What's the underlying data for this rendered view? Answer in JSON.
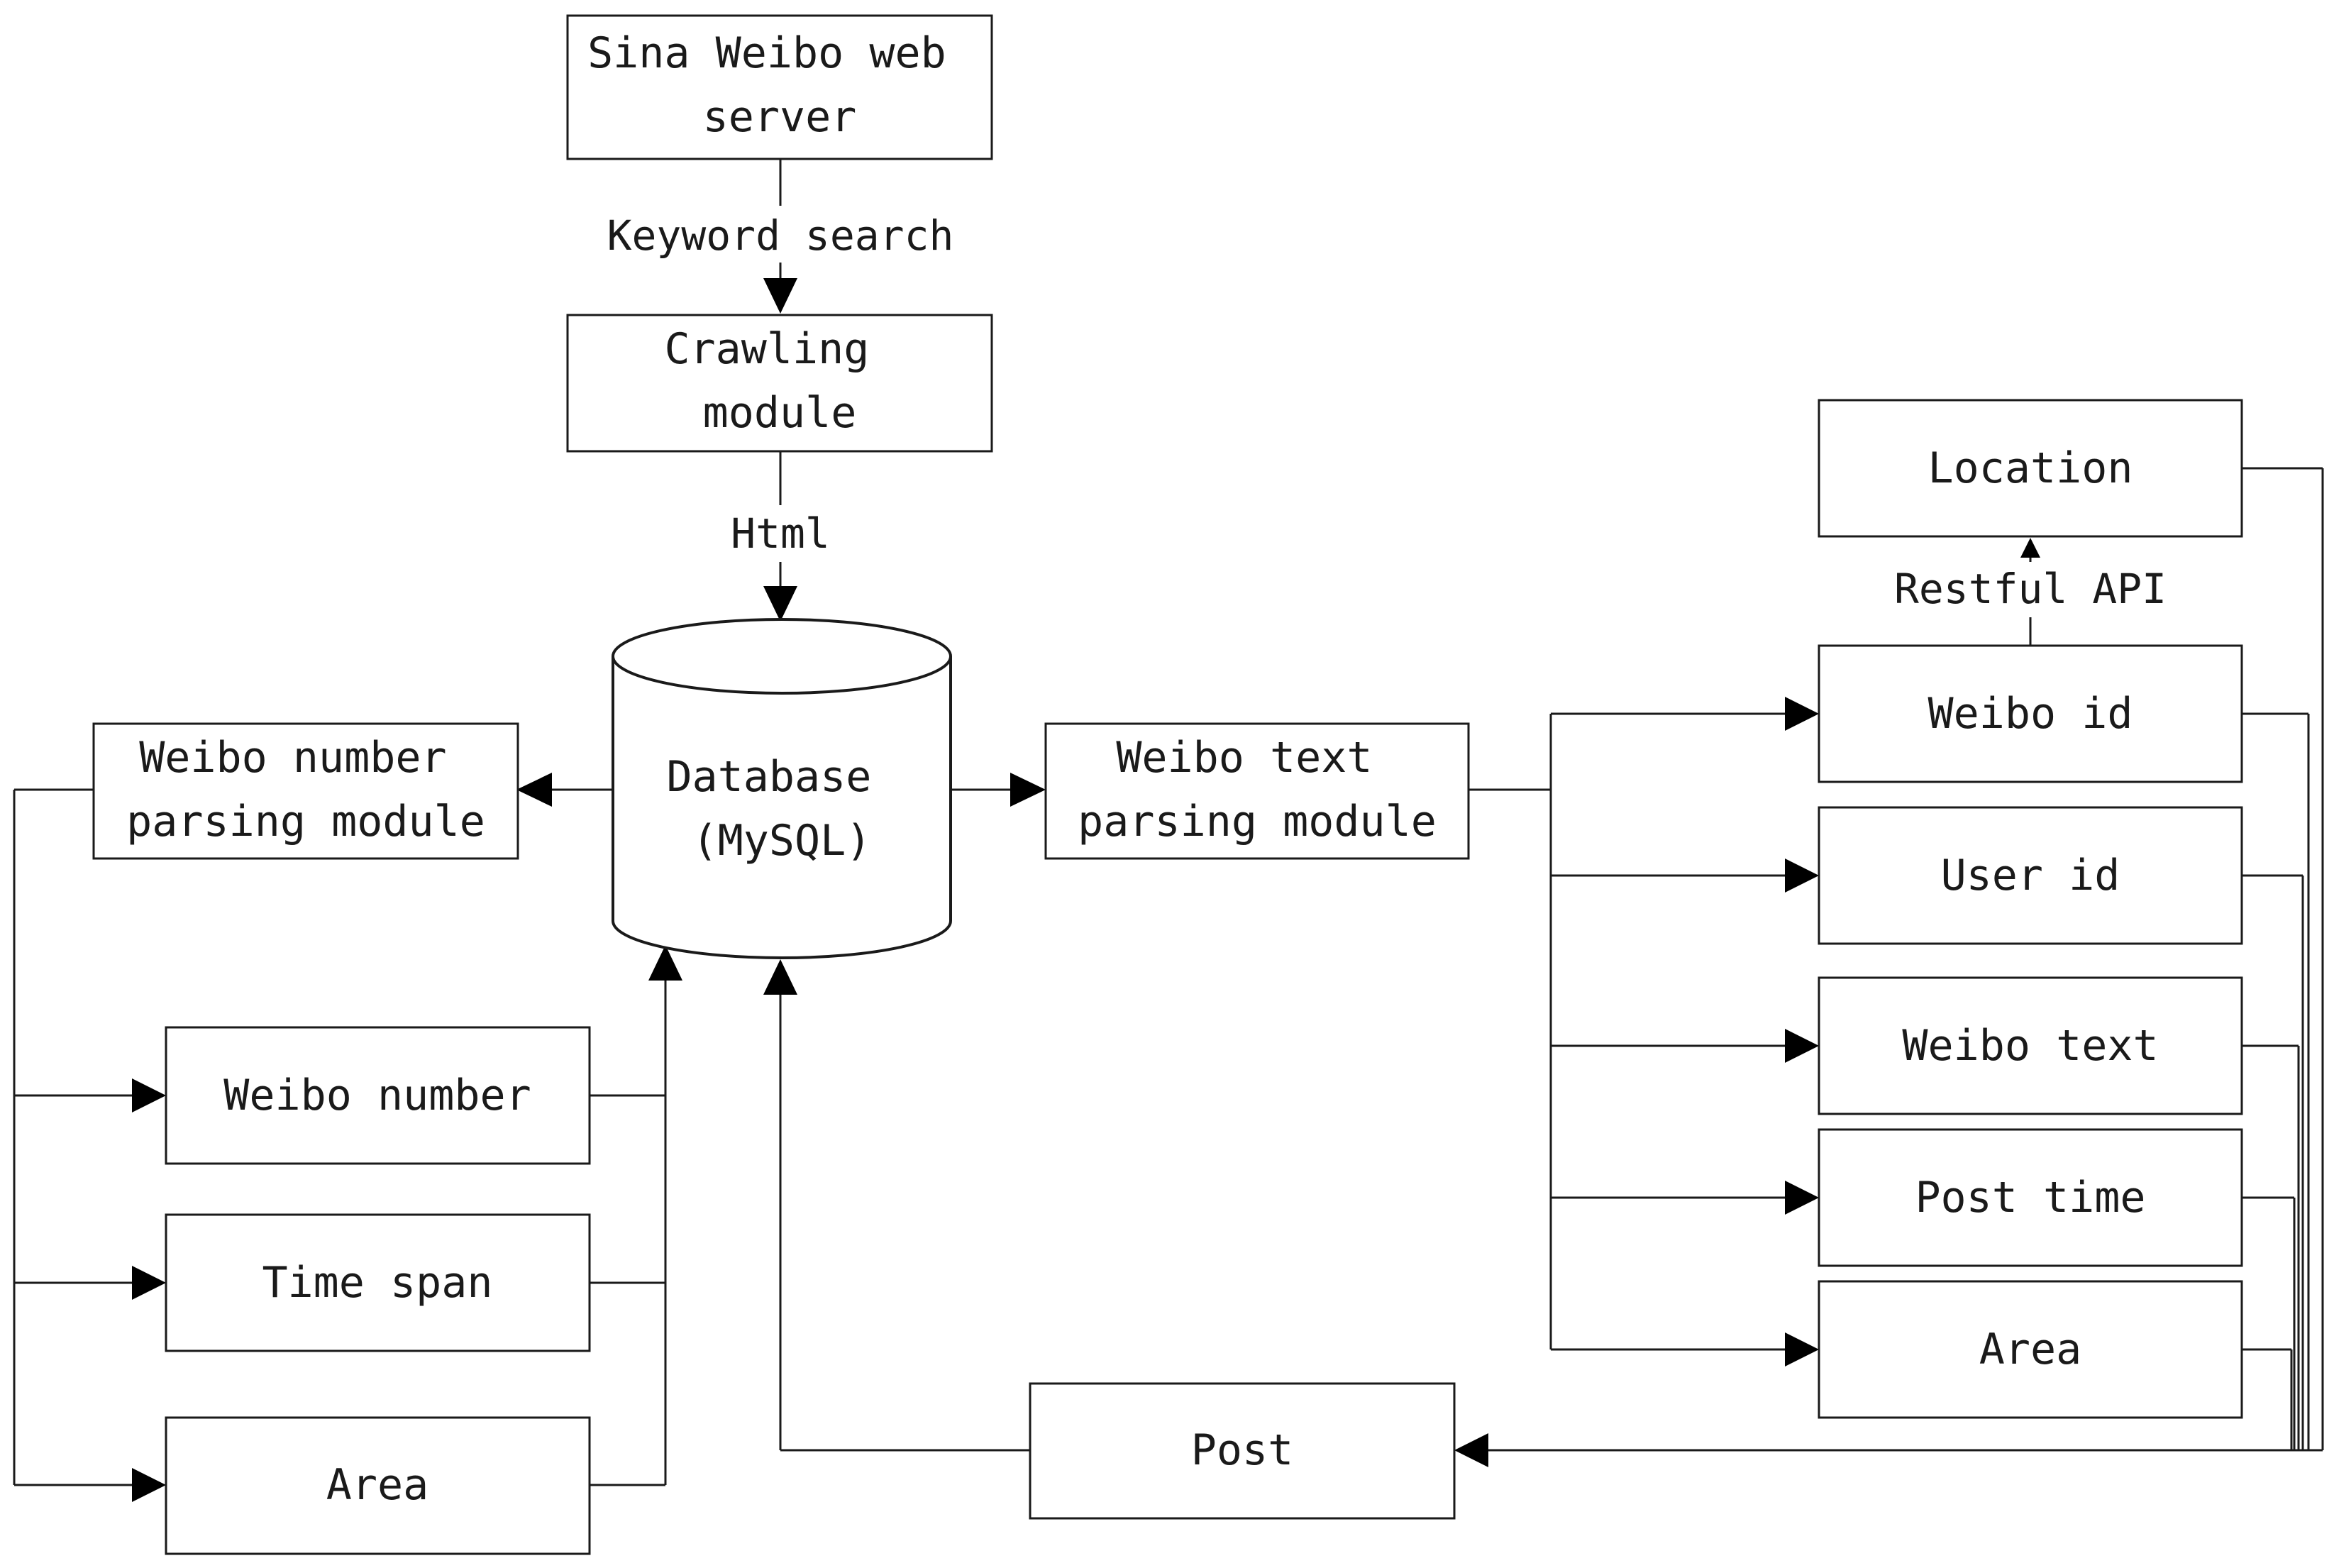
{
  "nodes": {
    "sina_server": [
      "Sina Weibo web",
      "server"
    ],
    "crawling": [
      "Crawling",
      "module"
    ],
    "database": [
      "Database",
      "(MySQL)"
    ],
    "number_parsing": [
      "Weibo number",
      "parsing module"
    ],
    "text_parsing": [
      "Weibo text",
      "parsing module"
    ],
    "weibo_number": "Weibo number",
    "time_span": "Time span",
    "area_left": "Area",
    "location": "Location",
    "weibo_id": "Weibo id",
    "user_id": "User id",
    "weibo_text": "Weibo text",
    "post_time": "Post time",
    "area_right": "Area",
    "post": "Post"
  },
  "edges": {
    "keyword_search": "Keyword search",
    "html": "Html",
    "restful_api": "Restful API"
  }
}
